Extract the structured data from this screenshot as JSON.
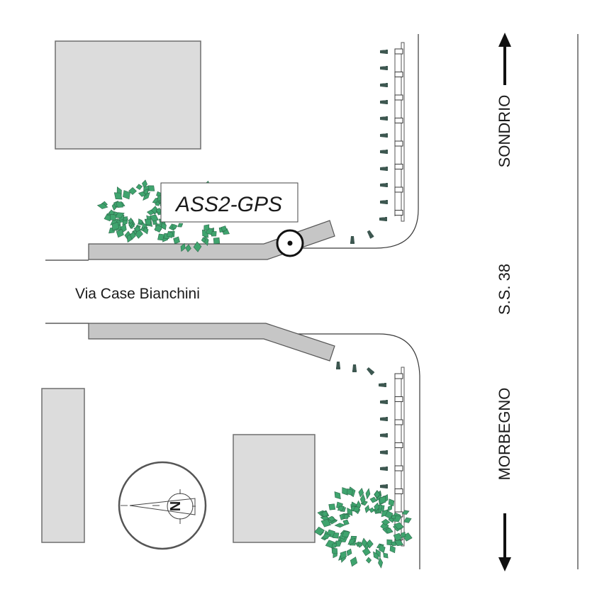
{
  "map": {
    "street_label": "Via Case Bianchini",
    "highway_label": "S.S. 38",
    "direction_north_label": "SONDRIO",
    "direction_south_label": "MORBEGNO",
    "station_label": "ASS2-GPS",
    "compass_label": "N"
  },
  "legend_semantics": {
    "station_marker": "gps-station-icon",
    "compass": "north-arrow-icon",
    "trees": "tree-icon",
    "bollards": "bollard-icon",
    "fence": "fence-icon"
  },
  "colors": {
    "building_fill": "#dcdcdc",
    "sidewalk_fill": "#c6c6c6",
    "tree_green": "#3fa46e",
    "bollard": "#3d5750",
    "text": "#1a1a1a"
  }
}
